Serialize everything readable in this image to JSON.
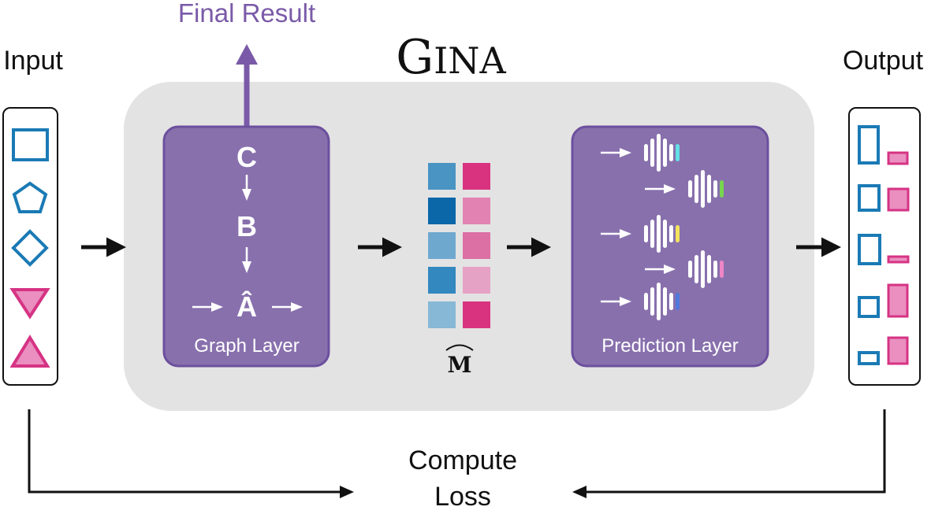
{
  "title": {
    "text": "GINA",
    "first": "G",
    "rest": "INA"
  },
  "final_result": "Final Result",
  "input_label": "Input",
  "output_label": "Output",
  "graph_layer": {
    "label": "Graph Layer",
    "nodes": {
      "c": "C",
      "b": "B",
      "a": "Â"
    }
  },
  "matrix_label": "M",
  "prediction_layer": {
    "label": "Prediction Layer"
  },
  "compute_loss": {
    "line1": "Compute",
    "line2": "Loss"
  },
  "colors": {
    "purple_box": "#8870ad",
    "purple_border": "#6c4f9e",
    "purple_text": "#7a5aa8",
    "gray_panel": "#e3e3e3",
    "blue": "#1a7ab5",
    "pink": "#d63384",
    "pink_fill": "#ea8fbf"
  },
  "matrix_colors": {
    "left": [
      "#4a94c4",
      "#0b67a8",
      "#6fa8cf",
      "#3388bf",
      "#87b8d6"
    ],
    "right": [
      "#d9337f",
      "#e282b2",
      "#dc6fa3",
      "#e6a2c4",
      "#d9337f"
    ]
  },
  "prediction_tip_colors": [
    "#62e0e6",
    "#77d64e",
    "#f2e45b",
    "#ee86c6",
    "#4f79dc"
  ],
  "input_shapes": [
    "square-icon",
    "pentagon-icon",
    "diamond-icon",
    "triangle-down-icon",
    "triangle-up-icon"
  ]
}
